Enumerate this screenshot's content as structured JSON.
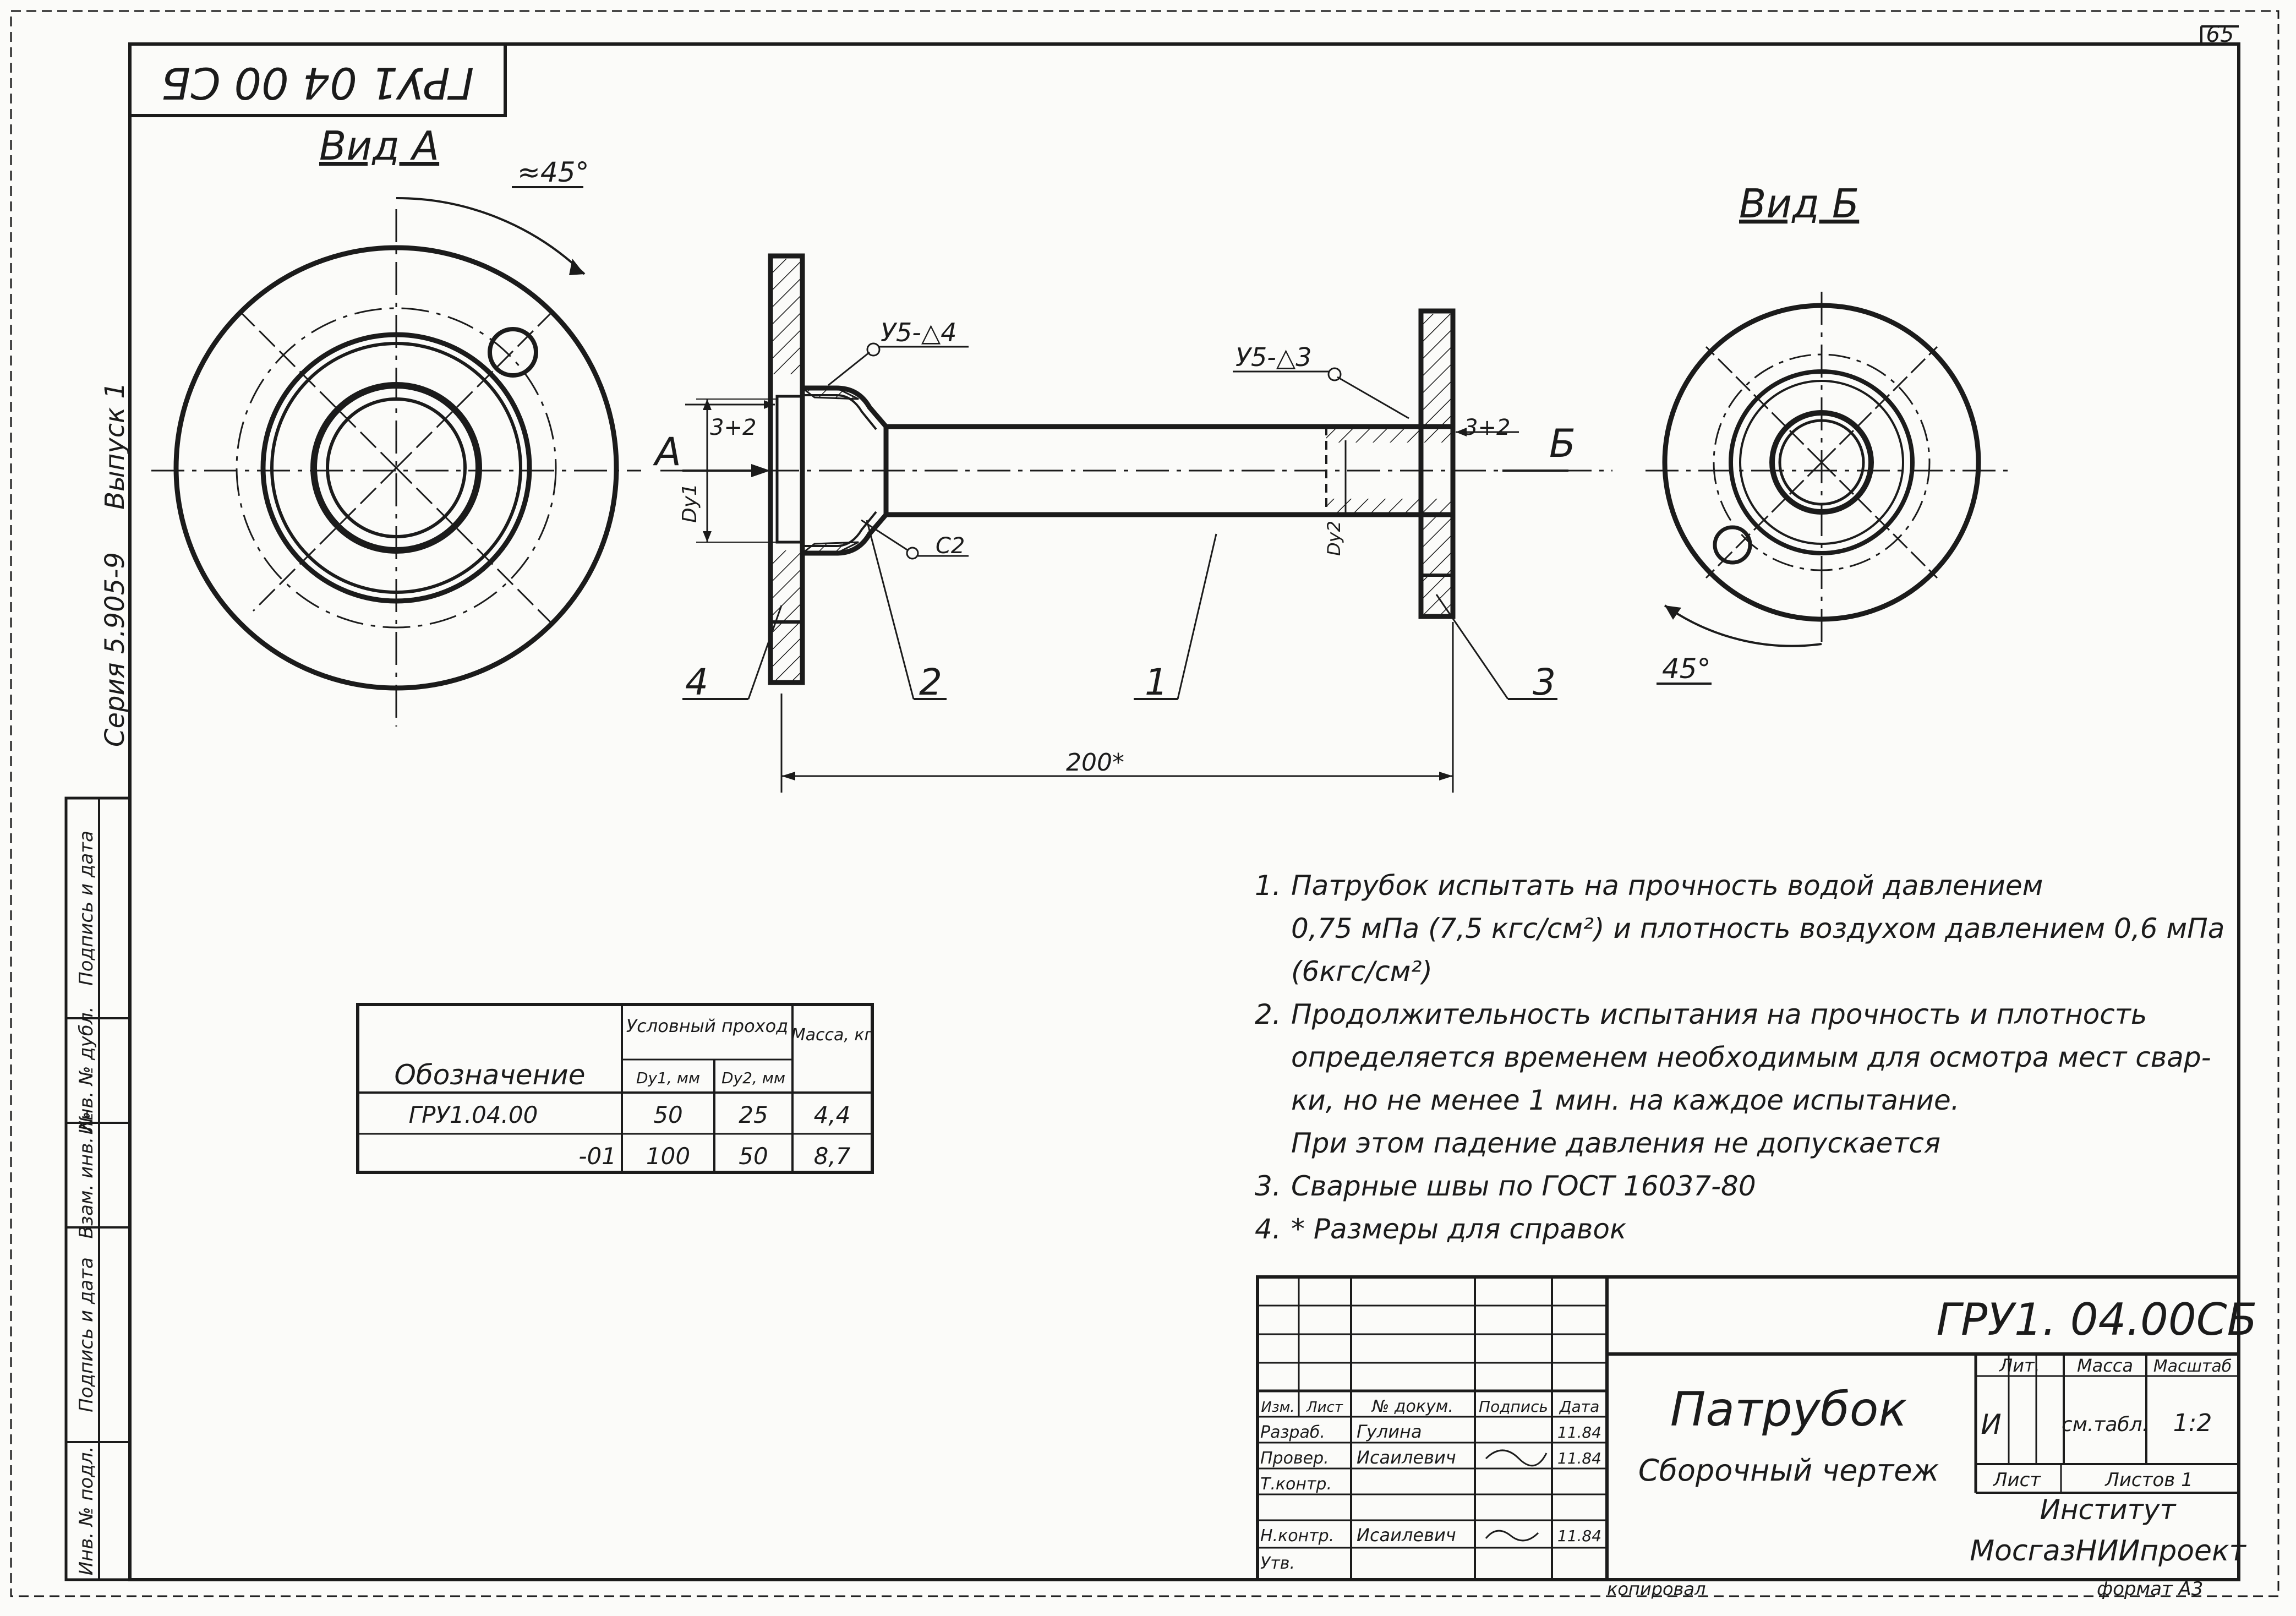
{
  "sheet_number": "65",
  "top_stamp": "ГРУ1 04 00 СБ",
  "side_series": "Серия 5.905-9",
  "side_issue": "Выпуск 1",
  "views": {
    "view_a_title": "Вид А",
    "view_b_title": "Вид Б",
    "angle_a": "≈45°",
    "angle_b": "45°"
  },
  "section": {
    "label_a": "А",
    "label_b": "Б",
    "weld_1": "У5-△4",
    "weld_2": "У5-△3",
    "gap_left": "3+2",
    "gap_right": "3+2",
    "dy1": "Dу1",
    "dy2": "Dу2",
    "c2": "С2",
    "length": "200*",
    "callouts": [
      "4",
      "2",
      "1",
      "3"
    ]
  },
  "spec_table": {
    "col_designation": "Обозначение",
    "col_bore_group": "Условный проход",
    "col_dy1": "Dу1, мм",
    "col_dy2": "Dу2, мм",
    "col_mass": "Масса, кг",
    "rows": [
      {
        "designation": "ГРУ1.04.00",
        "dy1": "50",
        "dy2": "25",
        "mass": "4,4"
      },
      {
        "designation": "-01",
        "dy1": "100",
        "dy2": "50",
        "mass": "8,7"
      }
    ]
  },
  "notes": [
    {
      "num": "1.",
      "lines": [
        "Патрубок испытать на прочность водой давлением",
        "0,75 мПа (7,5 кгс/см²) и плотность воздухом давлением 0,6 мПа",
        "(6кгс/см²)"
      ]
    },
    {
      "num": "2.",
      "lines": [
        "Продолжительность испытания на прочность и плотность",
        "определяется временем необходимым для осмотра мест свар-",
        "ки, но не менее 1 мин. на каждое испытание.",
        "При этом падение давления не допускается"
      ]
    },
    {
      "num": "3.",
      "lines": [
        "Сварные швы по ГОСТ 16037-80"
      ]
    },
    {
      "num": "4.",
      "lines": [
        "* Размеры для справок"
      ]
    }
  ],
  "title_block": {
    "code": "ГРУ1. 04.00СБ",
    "name": "Патрубок",
    "doc_type": "Сборочный чертеж",
    "lit_label": "Лит.",
    "mass_label": "Масса",
    "scale_label": "Масштаб",
    "lit_value": "И",
    "mass_value": "см.табл.",
    "scale_value": "1:2",
    "sheet_label": "Лист",
    "sheets_label": "Листов 1",
    "org_line1": "Институт",
    "org_line2": "МосгазНИИпроект",
    "header_row": [
      "Изм.",
      "Лист",
      "№ докум.",
      "Подпись",
      "Дата"
    ],
    "roles": [
      {
        "role": "Разраб.",
        "name": "Гулина",
        "date": "11.84"
      },
      {
        "role": "Провер.",
        "name": "Исаилевич",
        "date": "11.84"
      },
      {
        "role": "Т.контр.",
        "name": "",
        "date": ""
      },
      {
        "role": "Н.контр.",
        "name": "Исаилевич",
        "date": "11.84"
      },
      {
        "role": "Утв.",
        "name": "",
        "date": ""
      }
    ]
  },
  "margin_labels": [
    "Инв. № подл.",
    "Подпись и дата",
    "Взам. инв. №",
    "Инв. № дубл.",
    "Подпись и дата"
  ],
  "footer": {
    "copied": "копировал",
    "format": "формат А3"
  }
}
